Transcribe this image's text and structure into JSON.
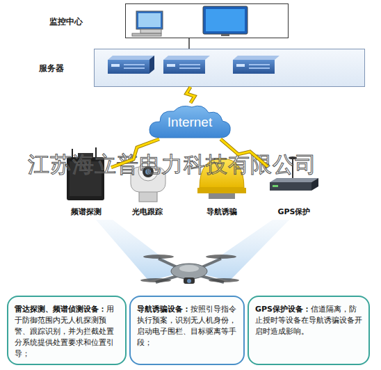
{
  "diagram": {
    "nodes": [
      {
        "text": [
          "监控中心"
        ]
      },
      {
        "text": [
          "服务器"
        ]
      },
      {
        "text": [
          "Internet"
        ]
      },
      {
        "text": [
          "频谱探测"
        ]
      },
      {
        "text": [
          "光电跟踪"
        ]
      },
      {
        "text": [
          "导航诱骗"
        ]
      },
      {
        "text": [
          "GPS保护"
        ]
      },
      {
        "text": [
          "雷达探测、频谱侦测设备：",
          "用于防御范围内无人机探测预警、跟踪识别，并为拦截处置分系统提供处置要求和位置引导；"
        ]
      },
      {
        "text": [
          "导航诱骗设备：",
          "按照引导指令执行预案，识别无人机身份，启动电子围栏、目标驱离等手段；"
        ]
      },
      {
        "text": [
          "GPS保护设备：",
          "信道隔离，防止授时等设备在导航诱骗设备开启时造成影响。"
        ]
      }
    ],
    "edges": [
      {
        "from": 0,
        "to": 1,
        "arrow": "none"
      },
      {
        "from": 1,
        "to": 2,
        "arrow": "none"
      },
      {
        "from": 2,
        "to": 3,
        "arrow": "none"
      },
      {
        "from": 2,
        "to": 6,
        "arrow": "none"
      }
    ],
    "labels": [
      "江苏海立普电力科技有限公司"
    ]
  }
}
